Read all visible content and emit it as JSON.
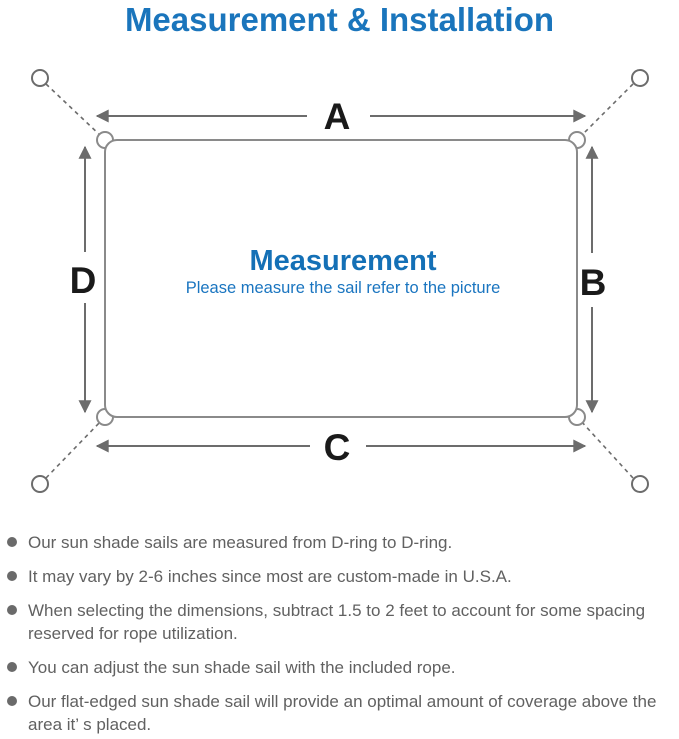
{
  "title": "Measurement & Installation",
  "colors": {
    "accent_blue": "#1a75bc",
    "diagram_line_gray": "#6c6c6c",
    "sail_border_gray": "#8a8a8a",
    "note_text_gray": "#616161",
    "label_black": "#1a1a1a"
  },
  "diagram": {
    "heading": "Measurement",
    "subheading": "Please measure the sail refer to the picture",
    "labels": {
      "top": "A",
      "right": "B",
      "bottom": "C",
      "left": "D"
    }
  },
  "notes": {
    "items": [
      "Our sun shade sails are measured from D-ring to D-ring.",
      "It may vary by 2-6 inches since most are custom-made in U.S.A.",
      "When selecting the dimensions, subtract 1.5 to 2 feet to account for some spacing reserved for rope utilization.",
      "You can adjust the sun shade sail with the included rope.",
      "Our flat-edged sun shade sail will provide an optimal amount of coverage above the area it’ s placed."
    ]
  }
}
